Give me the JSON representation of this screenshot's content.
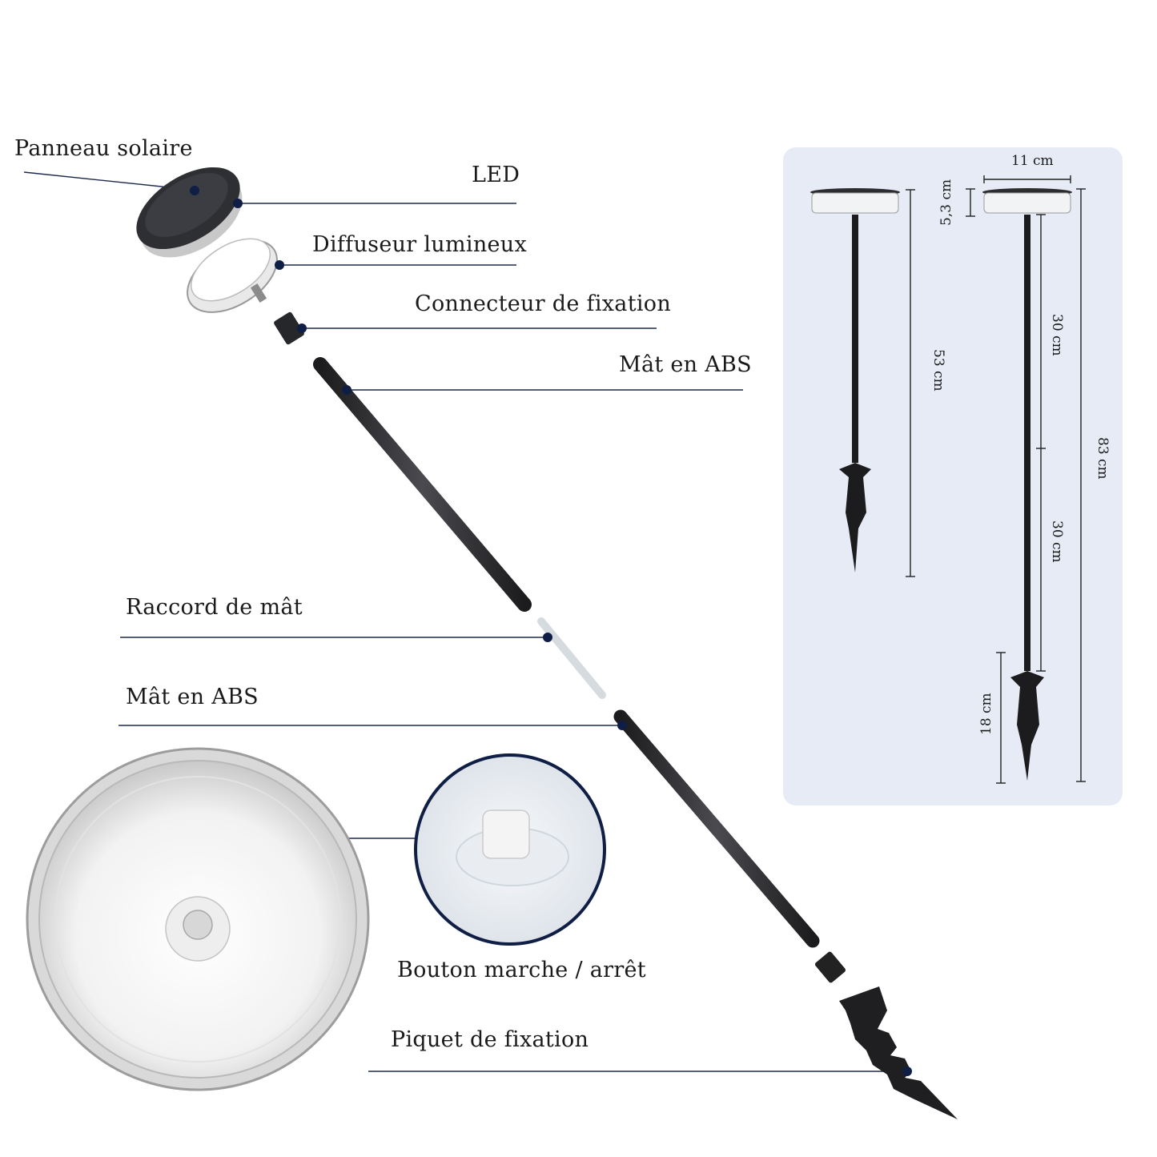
{
  "labels": {
    "solar_panel": "Panneau solaire",
    "led": "LED",
    "diffuser": "Diffuseur lumineux",
    "connector": "Connecteur de fixation",
    "mast_top": "Mât en ABS",
    "mast_joint": "Raccord de mât",
    "mast_bottom": "Mât en ABS",
    "on_off_button": "Bouton marche / arrêt",
    "stake": "Piquet de fixation"
  },
  "dimensions": {
    "width": "11 cm",
    "head_height": "5,3 cm",
    "short_total": "53 cm",
    "mast_upper": "30 cm",
    "mast_lower": "30 cm",
    "stake_length": "18 cm",
    "tall_total": "83 cm"
  },
  "colors": {
    "leader_line": "#1d2a4d",
    "marker": "#0f1e45",
    "panel_bg": "#e6ebf5",
    "part_dark": "#2b2b2d"
  }
}
